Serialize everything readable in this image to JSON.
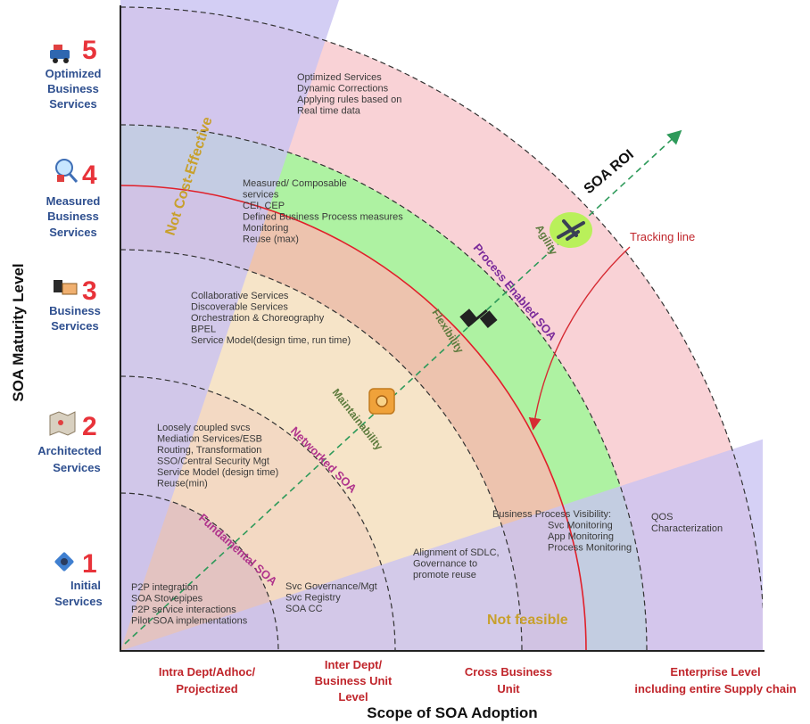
{
  "axes": {
    "y_title": "SOA Maturity Level",
    "x_title": "Scope of SOA Adoption"
  },
  "levels": [
    {
      "num": "5",
      "line1": "Optimized",
      "line2": "Business",
      "line3": "Services",
      "icon": "transport-icon"
    },
    {
      "num": "4",
      "line1": "Measured",
      "line2": "Business",
      "line3": "Services",
      "icon": "magnifier-icon"
    },
    {
      "num": "3",
      "line1": "Business",
      "line2": "Services",
      "line3": "",
      "icon": "handshake-icon"
    },
    {
      "num": "2",
      "line1": "Architected",
      "line2": "Services",
      "line3": "",
      "icon": "map-icon"
    },
    {
      "num": "1",
      "line1": "Initial",
      "line2": "Services",
      "line3": "",
      "icon": "satellite-icon"
    }
  ],
  "scopes": [
    {
      "line1": "Intra Dept/Adhoc/",
      "line2": "Projectized",
      "line3": ""
    },
    {
      "line1": "Inter Dept/",
      "line2": "Business Unit",
      "line3": "Level"
    },
    {
      "line1": "Cross Business",
      "line2": "Unit",
      "line3": ""
    },
    {
      "line1": "Enterprise Level",
      "line2": "including entire Supply chain",
      "line3": ""
    }
  ],
  "rings": {
    "fundamental": "Fundamental SOA",
    "networked": "Networked SOA",
    "process_enabled": "Process Enabled SOA"
  },
  "attributes": {
    "maintainability": "Maintainability",
    "flexibility": "Flexibility",
    "agility": "Agility"
  },
  "roi": "SOA ROI",
  "tracking": "Tracking line",
  "not_cost_effective": "Not Cost-Effective",
  "not_feasible": "Not feasible",
  "blocks": {
    "l1": [
      "P2P integration",
      "SOA Stovepipes",
      "P2P service interactions",
      "Pilot SOA implementations"
    ],
    "l1b": [
      "Svc Governance/Mgt",
      "Svc Registry",
      "SOA CC"
    ],
    "l1c": [
      "Alignment of SDLC,",
      "Governance to",
      "promote reuse"
    ],
    "l2": [
      "Loosely coupled svcs",
      "Mediation Services/ESB",
      "Routing, Transformation",
      "SSO/Central Security Mgt",
      "Service Model (design time)",
      "Reuse(min)"
    ],
    "l3": [
      "Collaborative Services",
      "Discoverable Services",
      "Orchestration & Choreography",
      "BPEL",
      "Service Model(design time, run time)"
    ],
    "l4": [
      "Measured/ Composable",
      "services",
      "CEI, CEP",
      "Defined Business Process measures",
      "Monitoring",
      "Reuse (max)"
    ],
    "l5": [
      "Optimized Services",
      "Dynamic Corrections",
      "Applying rules based on",
      "Real time data"
    ],
    "bpv": [
      "Business Process Visibility:",
      "Svc Monitoring",
      "App Monitoring",
      "Process Monitoring"
    ],
    "qos": [
      "QOS",
      "Characterization"
    ]
  },
  "colors": {
    "ring5": "#f9d2d6",
    "ring4": "#aef2a2",
    "ring3": "#edc3ae",
    "ring2": "#f6e4c8",
    "ring1": "#e3c3c1",
    "purple_zone": "#cbc3f0",
    "red_boundary": "#e0202a",
    "fundamental_label": "#b0348c",
    "networked_label": "#b0348c",
    "process_label": "#7a2a9a",
    "roi_arrow": "#2e9a5a"
  }
}
